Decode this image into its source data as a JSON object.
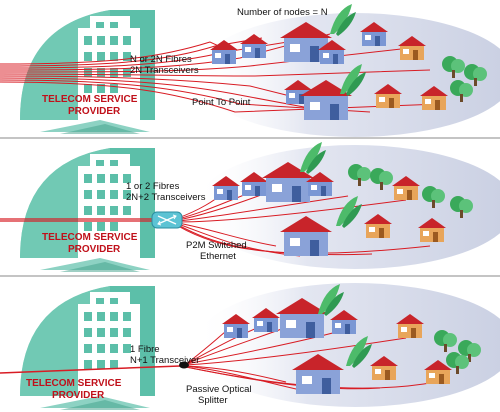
{
  "colors": {
    "fibre": "#d81c24",
    "building": "#5cbfa9",
    "building_dark": "#3f9f8a",
    "cloud": "#dfe3ee",
    "roof": "#c8242a",
    "house_blue": "#6d8fcf",
    "house_orange": "#e8a55a",
    "tree": "#3aa95a",
    "divider": "#888888"
  },
  "panels": [
    {
      "id": "p2p",
      "provider_line1": "TELECOM SERVICE",
      "provider_line2": "PROVIDER",
      "fibre_line1": "N or 2N Fibres",
      "fibre_line2": "2N Transceivers",
      "top_note": "Number of nodes = N",
      "device_line1": "Point To Point",
      "device_line2": "",
      "device_icon": "none"
    },
    {
      "id": "p2m",
      "provider_line1": "TELECOM SERVICE",
      "provider_line2": "PROVIDER",
      "fibre_line1": "1 or 2 Fibres",
      "fibre_line2": "2N+2 Transceivers",
      "top_note": "",
      "device_line1": "P2M Switched",
      "device_line2": "Ethernet",
      "device_icon": "switch-icon"
    },
    {
      "id": "pon",
      "provider_line1": "TELECOM SERVICE",
      "provider_line2": "PROVIDER",
      "fibre_line1": "1 Fibre",
      "fibre_line2": "N+1 Transceiver",
      "top_note": "",
      "device_line1": "Passive Optical",
      "device_line2": "Splitter",
      "device_icon": "splitter-icon"
    }
  ]
}
